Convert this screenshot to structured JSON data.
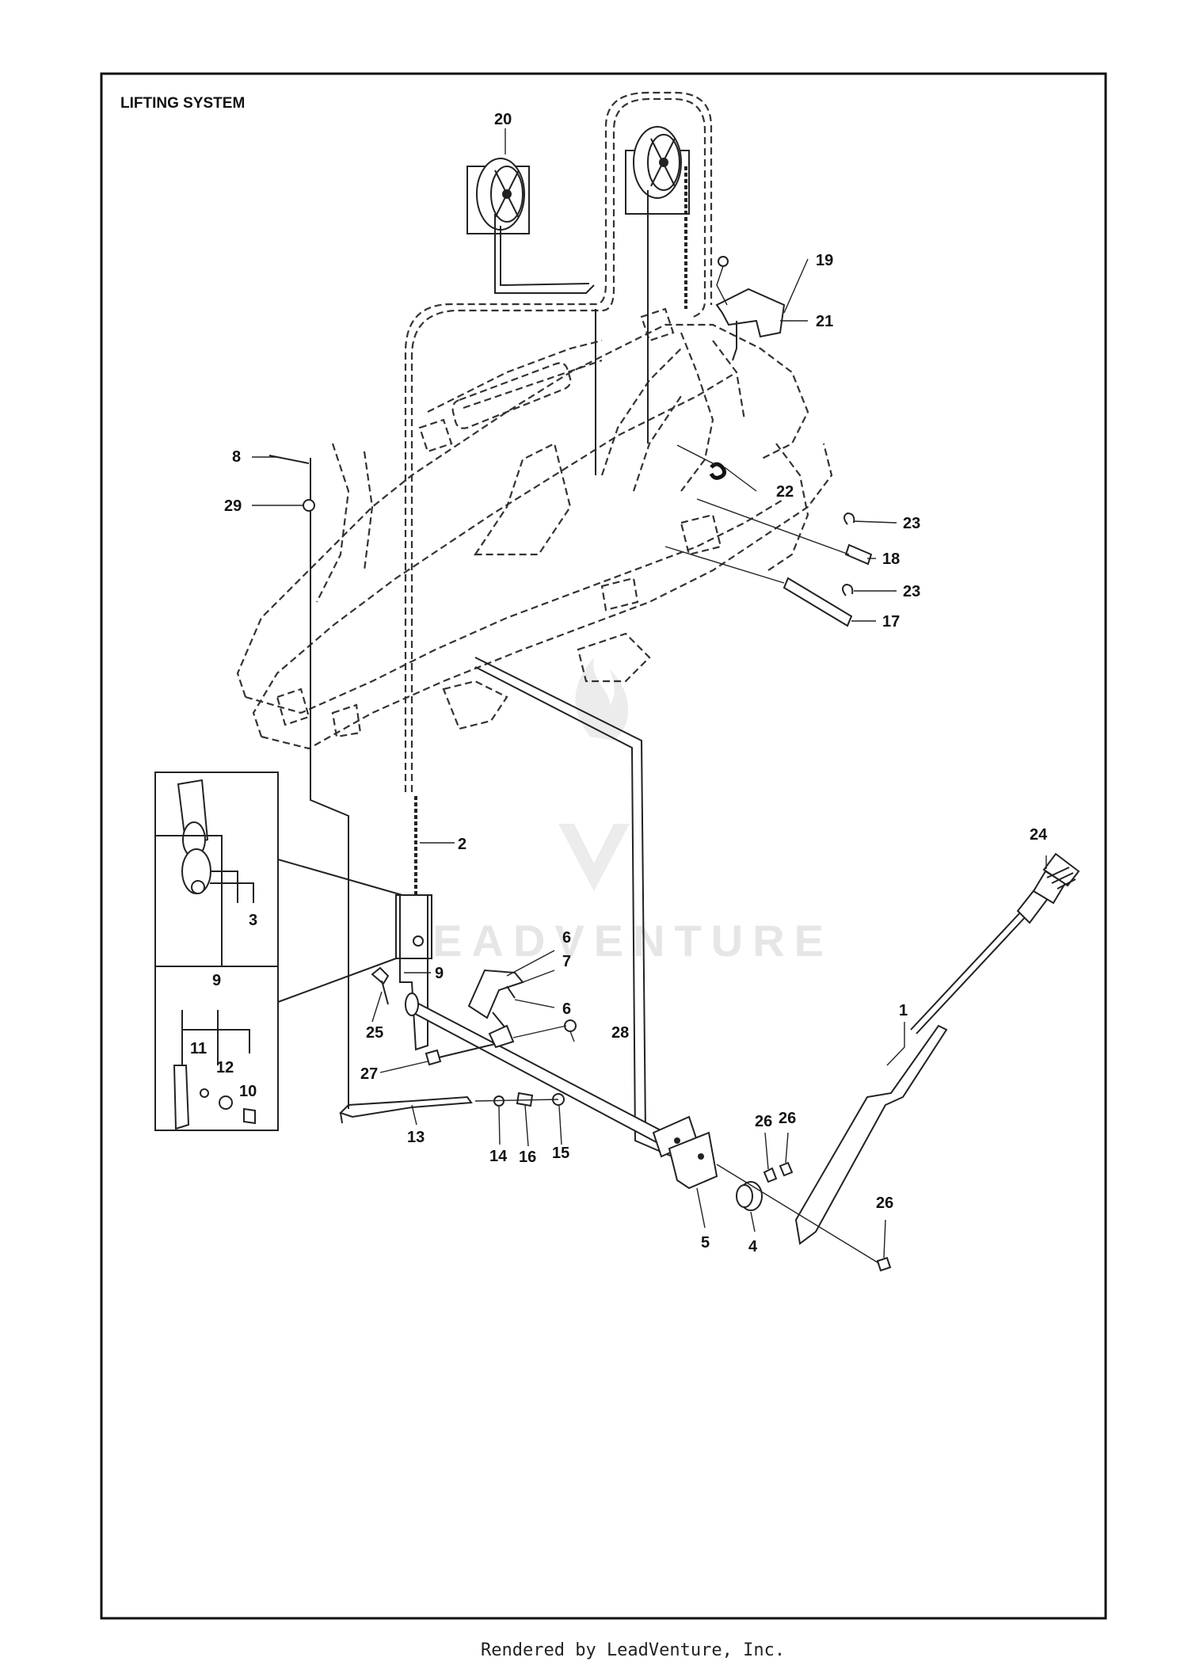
{
  "title": "LIFTING SYSTEM",
  "footer": "Rendered by LeadVenture, Inc.",
  "watermark": "LEADVENTURE",
  "callouts": [
    {
      "id": "1",
      "text": "1"
    },
    {
      "id": "2",
      "text": "2"
    },
    {
      "id": "3",
      "text": "3"
    },
    {
      "id": "4",
      "text": "4"
    },
    {
      "id": "5",
      "text": "5"
    },
    {
      "id": "6a",
      "text": "6"
    },
    {
      "id": "6b",
      "text": "6"
    },
    {
      "id": "7",
      "text": "7"
    },
    {
      "id": "8",
      "text": "8"
    },
    {
      "id": "9a",
      "text": "9"
    },
    {
      "id": "9b",
      "text": "9"
    },
    {
      "id": "10",
      "text": "10"
    },
    {
      "id": "11",
      "text": "11"
    },
    {
      "id": "12",
      "text": "12"
    },
    {
      "id": "13",
      "text": "13"
    },
    {
      "id": "14",
      "text": "14"
    },
    {
      "id": "15",
      "text": "15"
    },
    {
      "id": "16",
      "text": "16"
    },
    {
      "id": "17",
      "text": "17"
    },
    {
      "id": "18",
      "text": "18"
    },
    {
      "id": "19",
      "text": "19"
    },
    {
      "id": "20",
      "text": "20"
    },
    {
      "id": "21",
      "text": "21"
    },
    {
      "id": "22",
      "text": "22"
    },
    {
      "id": "23a",
      "text": "23"
    },
    {
      "id": "23b",
      "text": "23"
    },
    {
      "id": "24",
      "text": "24"
    },
    {
      "id": "25",
      "text": "25"
    },
    {
      "id": "26a",
      "text": "26"
    },
    {
      "id": "26b",
      "text": "26"
    },
    {
      "id": "26c",
      "text": "26"
    },
    {
      "id": "27",
      "text": "27"
    },
    {
      "id": "28",
      "text": "28"
    },
    {
      "id": "29",
      "text": "29"
    }
  ]
}
